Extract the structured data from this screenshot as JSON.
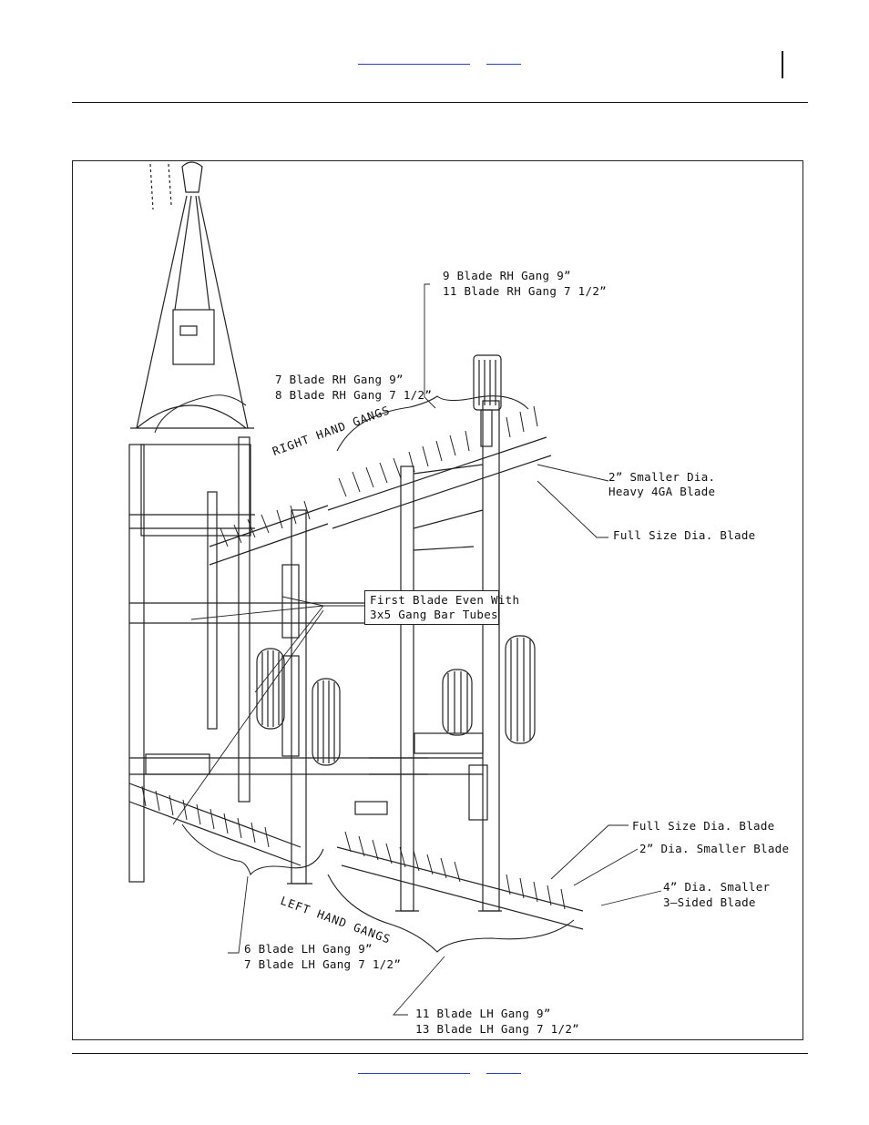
{
  "labels": {
    "rh9": "9 Blade RH Gang 9”",
    "rh11": "11 Blade RH Gang 7 1/2”",
    "rh7": "7 Blade RH Gang 9”",
    "rh8": "8 Blade RH Gang 7 1/2”",
    "right_gangs": "RIGHT HAND GANGS",
    "smaller_2": "2” Smaller Dia.",
    "heavy": "Heavy 4GA Blade",
    "full_size_top": "Full Size Dia. Blade",
    "first_blade_1": "First Blade Even With",
    "first_blade_2": "3x5 Gang Bar Tubes",
    "full_size_bottom": "Full Size Dia. Blade",
    "dia_2_smaller": "2” Dia. Smaller Blade",
    "dia_4_smaller": "4” Dia. Smaller",
    "three_sided": "3–Sided Blade",
    "left_gangs": "LEFT HAND GANGS",
    "lh6": "6 Blade LH Gang 9”",
    "lh7": "7 Blade LH Gang 7 1/2”",
    "lh11": "11 Blade LH Gang 9”",
    "lh13": "13 Blade LH Gang 7 1/2”"
  }
}
